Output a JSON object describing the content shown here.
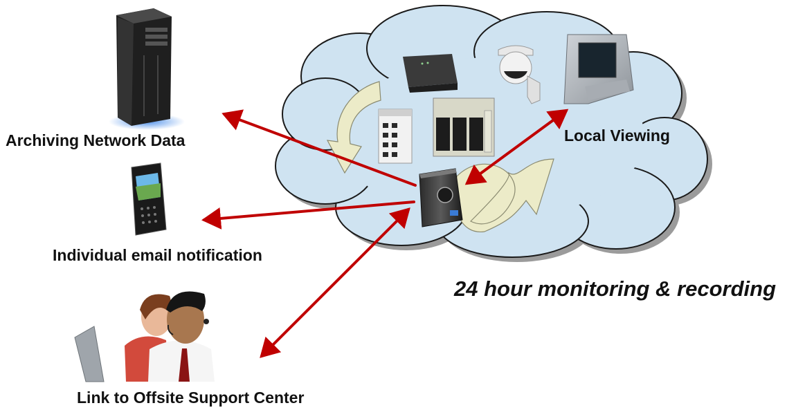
{
  "labels": {
    "archiving": "Archiving Network Data",
    "email": "Individual email notification",
    "offsite": "Link to Offsite Support Center",
    "local": "Local Viewing",
    "monitoring": "24 hour monitoring & recording"
  },
  "icons": [
    "server-tower-icon",
    "smartphone-icon",
    "support-agents-icon",
    "router-icon",
    "ptz-camera-icon",
    "kiosk-terminal-icon",
    "network-switch-icon",
    "power-rack-icon",
    "recorder-device-icon"
  ],
  "colors": {
    "arrow": "#c00000",
    "cloud_fill": "#cfe3f1",
    "cloud_stroke": "#1a1a1a",
    "ribbon_fill": "#ecebc8",
    "text": "#111111"
  }
}
